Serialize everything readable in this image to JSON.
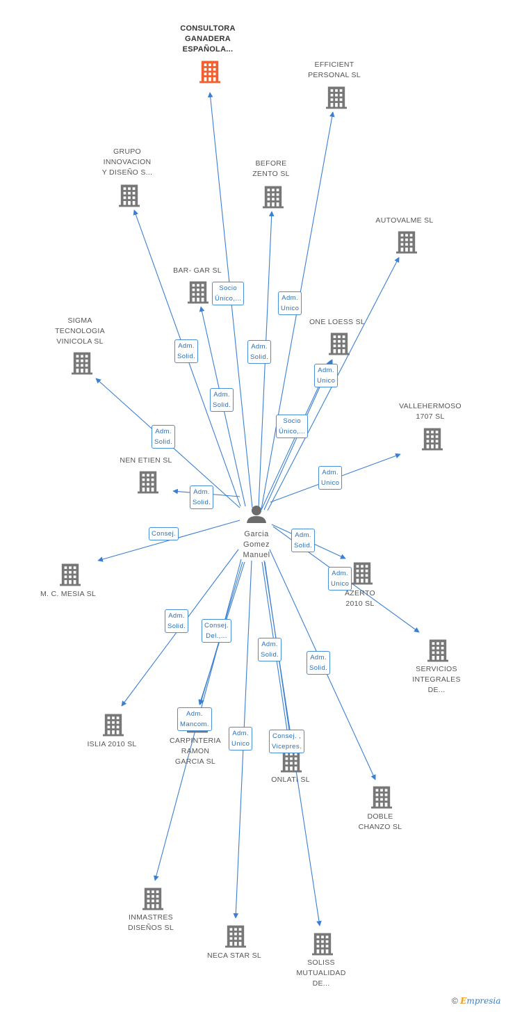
{
  "colors": {
    "edge": "#3a7fd4",
    "building": "#777777",
    "building_main": "#f26030",
    "person": "#6b6b6b"
  },
  "person": {
    "name_lines": [
      "Garcia",
      "Gomez",
      "Manuel"
    ],
    "icon": "person-icon"
  },
  "nodes": [
    {
      "id": "consultora",
      "lines": [
        "CONSULTORA",
        "GANADERA",
        "ESPAÑOLA..."
      ],
      "main": true
    },
    {
      "id": "efficient",
      "lines": [
        "EFFICIENT",
        "PERSONAL  SL"
      ]
    },
    {
      "id": "grupo",
      "lines": [
        "GRUPO",
        "INNOVACION",
        "Y DISEÑO S..."
      ]
    },
    {
      "id": "before",
      "lines": [
        "BEFORE",
        "ZENTO SL"
      ]
    },
    {
      "id": "autovalme",
      "lines": [
        "AUTOVALME SL"
      ]
    },
    {
      "id": "bargar",
      "lines": [
        "BAR- GAR SL"
      ]
    },
    {
      "id": "oneloess",
      "lines": [
        "ONE LOESS SL"
      ]
    },
    {
      "id": "sigma",
      "lines": [
        "SIGMA",
        "TECNOLOGIA",
        "VINICOLA  SL"
      ]
    },
    {
      "id": "vallehermoso",
      "lines": [
        "VALLEHERMOSO",
        "1707 SL"
      ]
    },
    {
      "id": "nenetien",
      "lines": [
        "NEN ETIEN SL"
      ]
    },
    {
      "id": "mcmesia",
      "lines": [
        "M.  C. MESIA SL"
      ]
    },
    {
      "id": "azerto",
      "lines": [
        "AZERTO",
        "2010 SL"
      ]
    },
    {
      "id": "servicios",
      "lines": [
        "SERVICIOS",
        "INTEGRALES",
        "DE..."
      ]
    },
    {
      "id": "islia",
      "lines": [
        "ISLIA 2010 SL"
      ]
    },
    {
      "id": "carpinteria",
      "lines": [
        "CARPINTERIA",
        "RAMON",
        "GARCIA SL"
      ]
    },
    {
      "id": "onlati",
      "lines": [
        "ONLATI SL"
      ]
    },
    {
      "id": "doble",
      "lines": [
        "DOBLE",
        "CHANZO SL"
      ]
    },
    {
      "id": "inmastres",
      "lines": [
        "INMASTRES",
        "DISEÑOS SL"
      ]
    },
    {
      "id": "necastar",
      "lines": [
        "NECA STAR SL"
      ]
    },
    {
      "id": "soliss",
      "lines": [
        "SOLISS",
        "MUTUALIDAD",
        "DE..."
      ]
    }
  ],
  "relations": [
    {
      "target": "consultora",
      "lines": [
        "Socio",
        "Único,..."
      ]
    },
    {
      "target": "efficient",
      "lines": [
        "Adm.",
        "Unico"
      ]
    },
    {
      "target": "grupo",
      "lines": [
        "Adm.",
        "Solid."
      ]
    },
    {
      "target": "before",
      "lines": [
        "Adm.",
        "Solid."
      ]
    },
    {
      "target": "autovalme",
      "lines": [
        "Adm.",
        "Unico"
      ]
    },
    {
      "target": "bargar",
      "lines": [
        "Adm.",
        "Solid."
      ]
    },
    {
      "target": "oneloess",
      "lines": [
        "Socio",
        "Único,..."
      ]
    },
    {
      "target": "sigma",
      "lines": [
        "Adm.",
        "Solid."
      ]
    },
    {
      "target": "vallehermoso",
      "lines": [
        "Adm.",
        "Unico"
      ]
    },
    {
      "target": "nenetien",
      "lines": [
        "Adm.",
        "Solid."
      ]
    },
    {
      "target": "mcmesia",
      "lines": [
        "Consej."
      ]
    },
    {
      "target": "azerto",
      "lines": [
        "Adm.",
        "Solid."
      ]
    },
    {
      "target": "servicios",
      "lines": [
        "Adm.",
        "Unico"
      ]
    },
    {
      "target": "islia",
      "lines": [
        "Adm.",
        "Solid."
      ]
    },
    {
      "target": "carpinteria",
      "lines": [
        "Consej.",
        "Del.,..."
      ]
    },
    {
      "target": "onlati",
      "lines": [
        "Adm.",
        "Solid."
      ]
    },
    {
      "target": "doble",
      "lines": [
        "Adm.",
        "Solid."
      ]
    },
    {
      "target": "inmastres",
      "lines": [
        "Adm.",
        "Mancom."
      ]
    },
    {
      "target": "necastar",
      "lines": [
        "Adm.",
        "Unico"
      ]
    },
    {
      "target": "soliss",
      "lines": [
        "Consej. ,",
        "Vicepres."
      ]
    }
  ],
  "footer": {
    "copyright": "©",
    "brand_initial": "E",
    "brand_rest": "mpresia"
  }
}
